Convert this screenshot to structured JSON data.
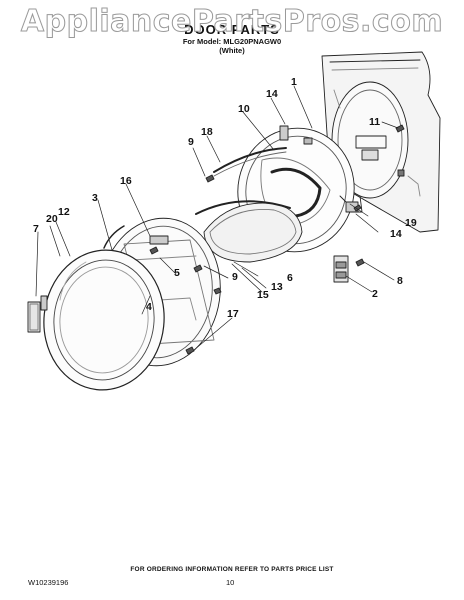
{
  "watermark": "AppliancePartsPros.com",
  "header": {
    "title": "DOOR PARTS",
    "model_line": "For Model: MLG20PNAGW0",
    "color_line": "(White)"
  },
  "callouts": {
    "c1": "1",
    "c2": "2",
    "c3": "3",
    "c4": "4",
    "c5": "5",
    "c6": "6",
    "c7": "7",
    "c8": "8",
    "c9a": "9",
    "c9b": "9",
    "c10": "10",
    "c11": "11",
    "c12": "12",
    "c13": "13",
    "c14a": "14",
    "c14b": "14",
    "c15": "15",
    "c16": "16",
    "c17": "17",
    "c18": "18",
    "c19": "19",
    "c20": "20"
  },
  "footer": {
    "ordering_note": "FOR ORDERING INFORMATION REFER TO PARTS PRICE LIST",
    "doc_number": "W10239196",
    "page_number": "10"
  }
}
